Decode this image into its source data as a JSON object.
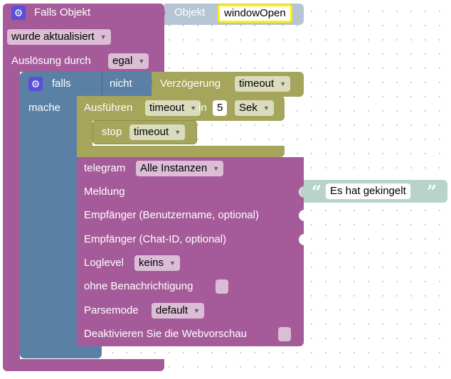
{
  "root_block": {
    "title": "Falls Objekt",
    "object_label": "Objekt",
    "object_value": "windowOpen",
    "trigger_value": "wurde aktualisiert",
    "trigger_by_label": "Auslösung durch",
    "trigger_by_value": "egal"
  },
  "if_block": {
    "label": "falls",
    "not_label": "nicht",
    "delay_label": "Verzögerung",
    "delay_value": "timeout",
    "do_label": "mache"
  },
  "execute_block": {
    "label": "Ausführen",
    "timeout_value": "timeout",
    "in_label": "in",
    "amount": "5",
    "unit": "Sek",
    "stop_label": "stop",
    "stop_value": "timeout"
  },
  "telegram_block": {
    "label": "telegram",
    "instance": "Alle Instanzen",
    "message_label": "Meldung",
    "message_value": "Es hat gekingelt",
    "recipient_user_label": "Empfänger (Benutzername, optional)",
    "recipient_chat_label": "Empfänger (Chat-ID, optional)",
    "loglevel_label": "Loglevel",
    "loglevel_value": "keins",
    "silent_label": "ohne Benachrichtigung",
    "parsemode_label": "Parsemode",
    "parsemode_value": "default",
    "webpreview_label": "Deaktivieren Sie die Webvorschau"
  },
  "icons": {
    "gear": "gear-icon",
    "dropdown": "chevron-down-icon",
    "quote_open": "“",
    "quote_close": "”"
  },
  "colors": {
    "purple": "#a55b99",
    "blue": "#5b80a5",
    "olive": "#a5a55b",
    "object_gray": "#b6c4d4",
    "string_teal": "#b8d3cc",
    "highlight": "#fff200"
  }
}
